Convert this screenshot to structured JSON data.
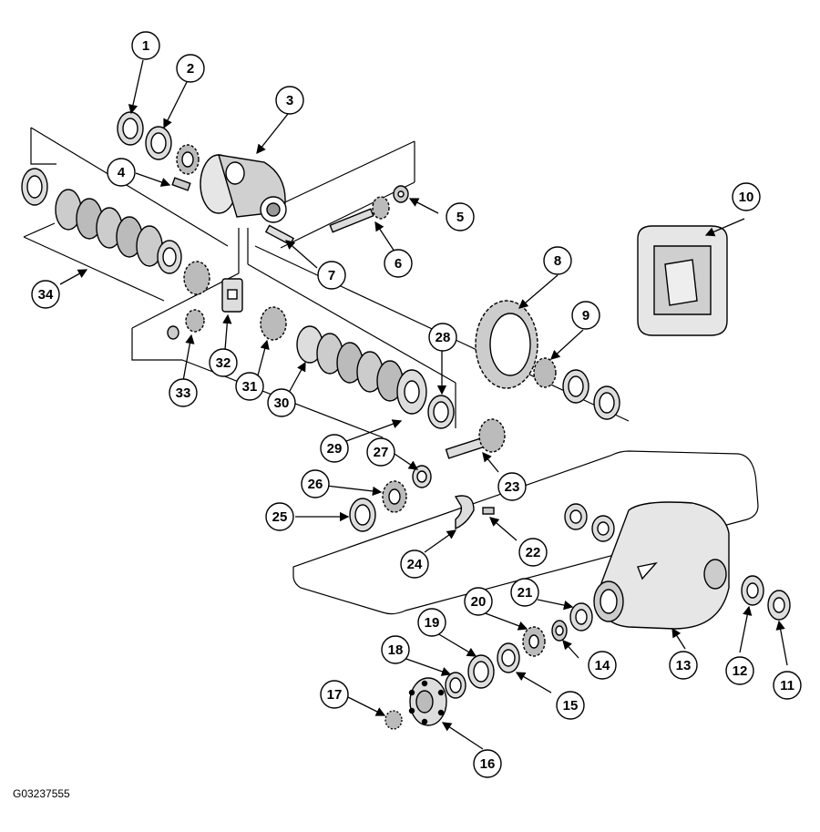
{
  "figure_id": "G03237555",
  "callouts": [
    {
      "id": "c1",
      "label": "1"
    },
    {
      "id": "c2",
      "label": "2"
    },
    {
      "id": "c3",
      "label": "3"
    },
    {
      "id": "c4",
      "label": "4"
    },
    {
      "id": "c5",
      "label": "5"
    },
    {
      "id": "c6",
      "label": "6"
    },
    {
      "id": "c7",
      "label": "7"
    },
    {
      "id": "c8",
      "label": "8"
    },
    {
      "id": "c9",
      "label": "9"
    },
    {
      "id": "c10",
      "label": "10"
    },
    {
      "id": "c11",
      "label": "11"
    },
    {
      "id": "c12",
      "label": "12"
    },
    {
      "id": "c13",
      "label": "13"
    },
    {
      "id": "c14",
      "label": "14"
    },
    {
      "id": "c15",
      "label": "15"
    },
    {
      "id": "c16",
      "label": "16"
    },
    {
      "id": "c17",
      "label": "17"
    },
    {
      "id": "c18",
      "label": "18"
    },
    {
      "id": "c19",
      "label": "19"
    },
    {
      "id": "c20",
      "label": "20"
    },
    {
      "id": "c21",
      "label": "21"
    },
    {
      "id": "c22",
      "label": "22"
    },
    {
      "id": "c23",
      "label": "23"
    },
    {
      "id": "c24",
      "label": "24"
    },
    {
      "id": "c25",
      "label": "25"
    },
    {
      "id": "c26",
      "label": "26"
    },
    {
      "id": "c27",
      "label": "27"
    },
    {
      "id": "c28",
      "label": "28"
    },
    {
      "id": "c29",
      "label": "29"
    },
    {
      "id": "c30",
      "label": "30"
    },
    {
      "id": "c31",
      "label": "31"
    },
    {
      "id": "c32",
      "label": "32"
    },
    {
      "id": "c33",
      "label": "33"
    },
    {
      "id": "c34",
      "label": "34"
    }
  ]
}
